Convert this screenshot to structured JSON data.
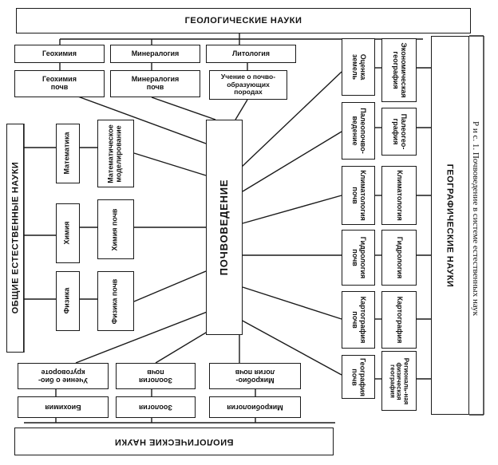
{
  "top_group": {
    "title": "ГЕОЛОГИЧЕСКИЕ НАУКИ",
    "items": [
      "Геохимия",
      "Минералогия",
      "Литология"
    ],
    "soil_items": [
      "Геохимия почв",
      "Минералогия почв",
      "Учение о почво-образующих породах"
    ]
  },
  "center": {
    "label": "ПОЧВОВЕДЕНИЕ"
  },
  "left_group": {
    "title": "ОБЩИЕ ЕСТЕСТВЕННЫЕ НАУКИ",
    "items": [
      "Математика",
      "Химия",
      "Физика"
    ],
    "soil_items": [
      "Математическое моделирование",
      "Химия почв",
      "Физика почв"
    ]
  },
  "bottom_group": {
    "title": "БИОЛОГИЧЕСКИЕ НАУКИ",
    "items": [
      "Биохимия",
      "Зоология",
      "Микробиология"
    ],
    "soil_items": [
      "Учение о био-круговороте",
      "Зоология почв",
      "Микробио-логия почв"
    ]
  },
  "right_group": {
    "title": "ГЕОГРАФИЧЕСКИЕ НАУКИ",
    "soil_items": [
      "Оценка земель",
      "Палеопочво-ведение",
      "Климатология почв",
      "Гидрология почв",
      "Картография почв",
      "География почв"
    ],
    "items": [
      "Экономическая география",
      "Палеогео-графия",
      "Климатология",
      "Гидрология",
      "Картография",
      "Региональ-ная физическая география"
    ]
  },
  "caption": "Р и с. 1. Почвоведение в системе естественных наук"
}
